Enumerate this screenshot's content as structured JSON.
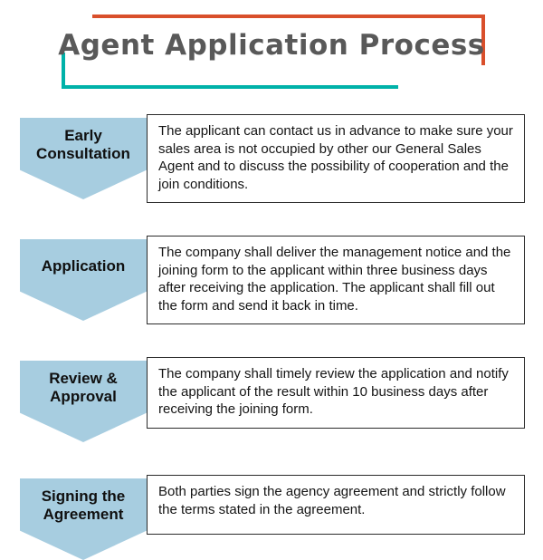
{
  "title": "Agent Application Process",
  "colors": {
    "arrow-fill": "#a7cde0",
    "title-color": "#595959",
    "bracket-orange": "#d94f2b",
    "bracket-teal": "#00b2a9",
    "box-border": "#2b2b2b",
    "text-color": "#141414"
  },
  "steps": [
    {
      "label": "Early Consultation",
      "description": "The applicant can contact us in advance to make sure your sales area is not occupied by other our General Sales Agent and to discuss the possibility of cooperation and the join conditions."
    },
    {
      "label": "Application",
      "description": "The company shall deliver the management notice and the joining form to the applicant within three business days after receiving the application. The applicant shall fill out the form and send it back in time."
    },
    {
      "label": "Review & Approval",
      "description": "The company shall timely review the application and notify the applicant of the result within 10 business days after receiving the joining form."
    },
    {
      "label": "Signing the Agreement",
      "description": "Both parties sign the agency agreement and strictly follow the terms stated in the agreement."
    }
  ]
}
